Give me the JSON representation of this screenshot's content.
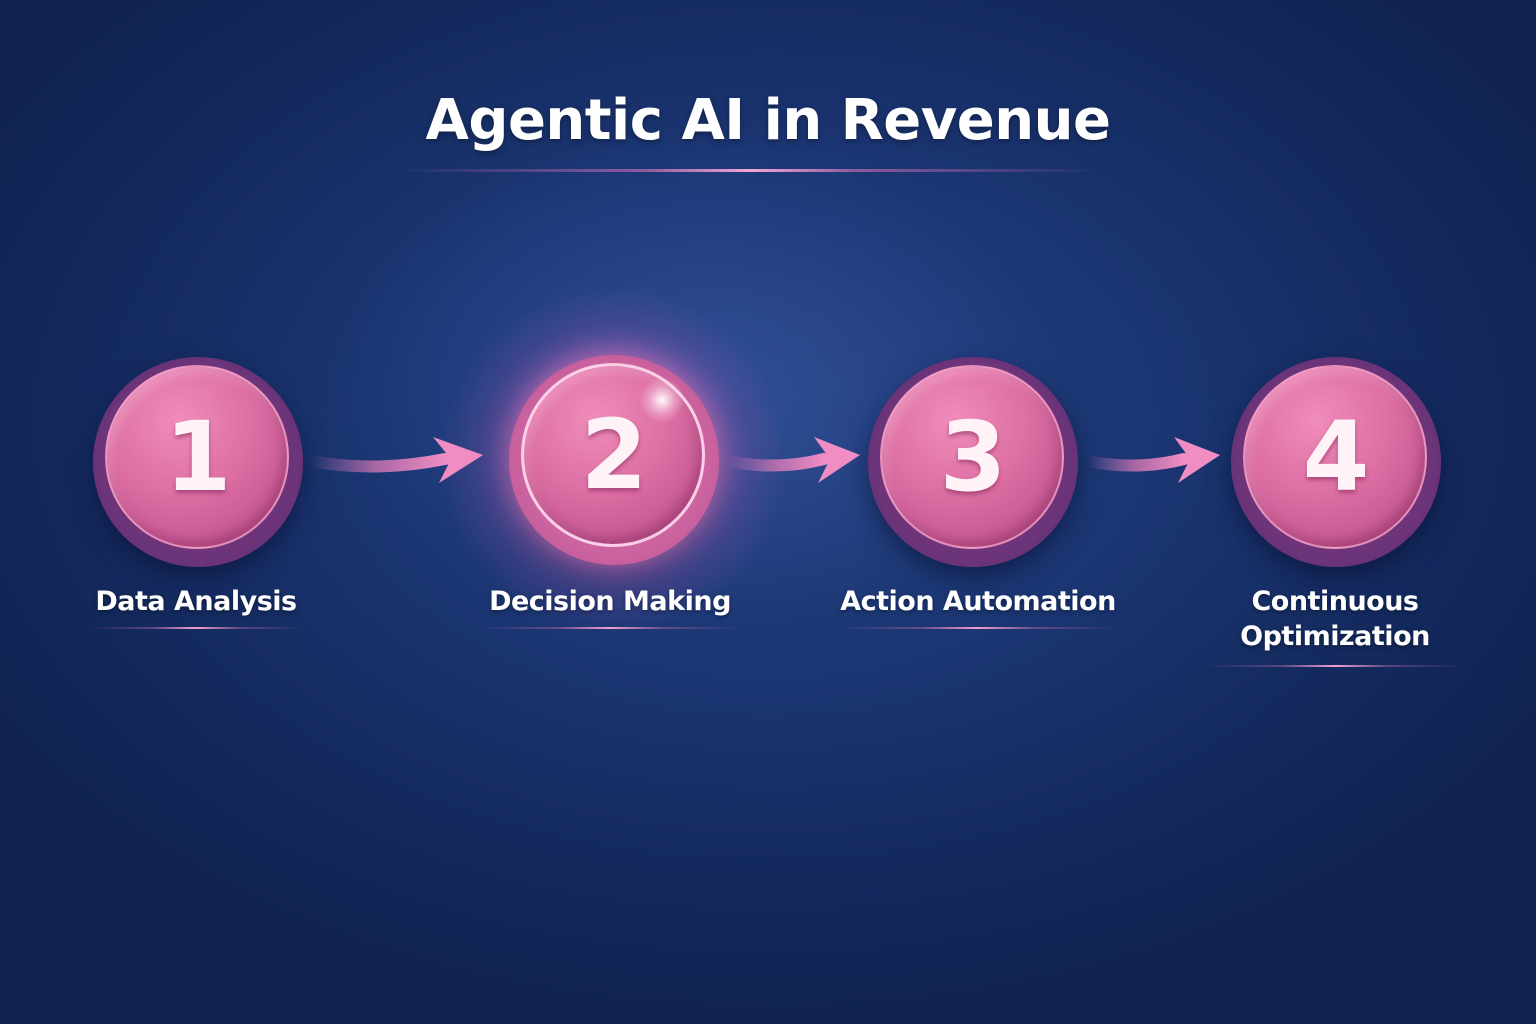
{
  "title": "Agentic AI in Revenue",
  "colors": {
    "background": "#1b3572",
    "accent_pink": "#dc6ea3",
    "ring_purple": "#6a3378",
    "text": "#ffffff"
  },
  "steps": [
    {
      "number": "1",
      "label": "Data Analysis",
      "active": false
    },
    {
      "number": "2",
      "label": "Decision Making",
      "active": true
    },
    {
      "number": "3",
      "label": "Action Automation",
      "active": false
    },
    {
      "number": "4",
      "label_line1": "Continuous",
      "label_line2": "Optimization",
      "active": false
    }
  ],
  "icons": {
    "connector": "curved-arrow-right-icon"
  }
}
